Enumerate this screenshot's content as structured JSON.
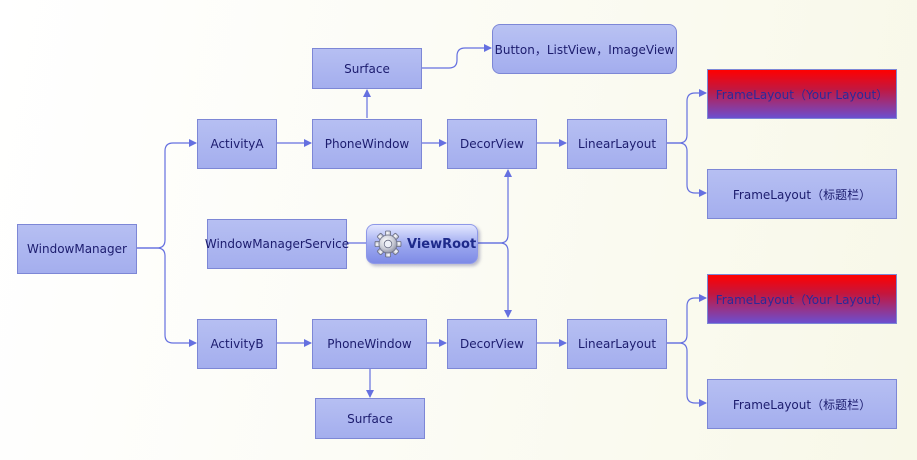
{
  "nodes": {
    "window_manager": "WindowManager",
    "activity_a": "ActivityA",
    "activity_b": "ActivityB",
    "phone_window_a": "PhoneWindow",
    "phone_window_b": "PhoneWindow",
    "surface_a": "Surface",
    "surface_b": "Surface",
    "widgets": "Button，ListView，ImageView",
    "decor_view_a": "DecorView",
    "decor_view_b": "DecorView",
    "linear_layout_a": "LinearLayout",
    "linear_layout_b": "LinearLayout",
    "frame_layout_content_a": "FrameLayout（Your Layout）",
    "frame_layout_title_a": "FrameLayout（标题栏）",
    "frame_layout_content_b": "FrameLayout（Your Layout）",
    "frame_layout_title_b": "FrameLayout（标题栏）",
    "window_manager_service": "WindowManagerService",
    "view_root": "ViewRoot"
  },
  "icons": {
    "view_root": "gear-icon"
  },
  "colors": {
    "node_fill": "#a9b2ef",
    "node_border": "#7d87d6",
    "connector": "#6570e0",
    "highlight_fill": "#ff0000"
  }
}
